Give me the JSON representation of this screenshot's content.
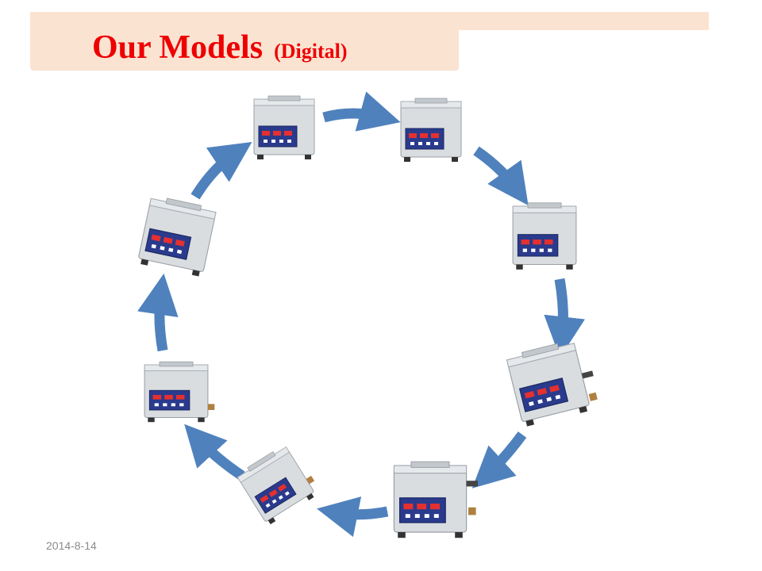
{
  "slide": {
    "title": "Our Models",
    "subtitle": "(Digital)",
    "date": "2014-8-14"
  },
  "colors": {
    "title_bg": "#fbe3d2",
    "title_text": "#ee0000",
    "arrow": "#4f81bd",
    "device_body": "#d9dde0",
    "device_panel": "#2a3a8c"
  },
  "devices": [
    {
      "name": "digital-cleaner-1",
      "model_hint": "small"
    },
    {
      "name": "digital-cleaner-2",
      "model_hint": "small"
    },
    {
      "name": "digital-cleaner-3",
      "model_hint": "medium"
    },
    {
      "name": "digital-cleaner-4",
      "model_hint": "medium-drain"
    },
    {
      "name": "digital-cleaner-5",
      "model_hint": "large-drain"
    },
    {
      "name": "digital-cleaner-6",
      "model_hint": "large-drain"
    },
    {
      "name": "digital-cleaner-7",
      "model_hint": "large-drain"
    },
    {
      "name": "digital-cleaner-8",
      "model_hint": "small"
    }
  ]
}
